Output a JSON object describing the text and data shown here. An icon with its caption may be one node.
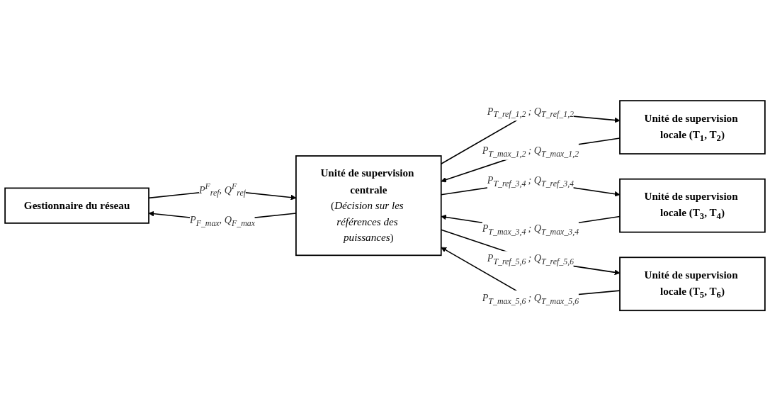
{
  "diagram": {
    "nodes": [
      {
        "text": [
          "Gestionnaire du réseau"
        ]
      },
      {
        "text": [
          "Unité de supervision centrale",
          "(*Décision sur les références des puissances*)"
        ]
      },
      {
        "text": [
          "Unité de supervision locale (T$_{1}$, T$_{2}$)"
        ]
      },
      {
        "text": [
          "Unité de supervision locale (T$_{3}$, T$_{4}$)"
        ]
      },
      {
        "text": [
          "Unité de supervision locale (T$_{5}$, T$_{6}$)"
        ]
      }
    ],
    "edges": [
      {
        "from": 0,
        "to": 1,
        "arrow": "to",
        "label": "P$^{F}$$_{ref}$, Q$^{F}$$_{ref}$"
      },
      {
        "from": 1,
        "to": 0,
        "arrow": "to",
        "label": "P$_{F_max}$, Q$_{F_max}$"
      },
      {
        "from": 1,
        "to": 2,
        "arrow": "to",
        "label": "P$_{T_ref_1,2 }$; Q$_{T_ref_1,2}$"
      },
      {
        "from": 2,
        "to": 1,
        "arrow": "to",
        "label": "P$_{T_max_1,2 }$; Q$_{T_max_1,2}$"
      },
      {
        "from": 1,
        "to": 3,
        "arrow": "to",
        "label": "P$_{T_ref_3,4 }$; Q$_{T_ref_3,4}$"
      },
      {
        "from": 3,
        "to": 1,
        "arrow": "to",
        "label": "P$_{T_max_3,4 }$; Q$_{T_max_3,4}$"
      },
      {
        "from": 1,
        "to": 4,
        "arrow": "to",
        "label": "P$_{T_ref_5,6 }$; Q$_{T_ref_5,6}$"
      },
      {
        "from": 4,
        "to": 1,
        "arrow": "to",
        "label": "P$_{T_max_5,6 }$; Q$_{T_max_5,6}$"
      }
    ]
  }
}
